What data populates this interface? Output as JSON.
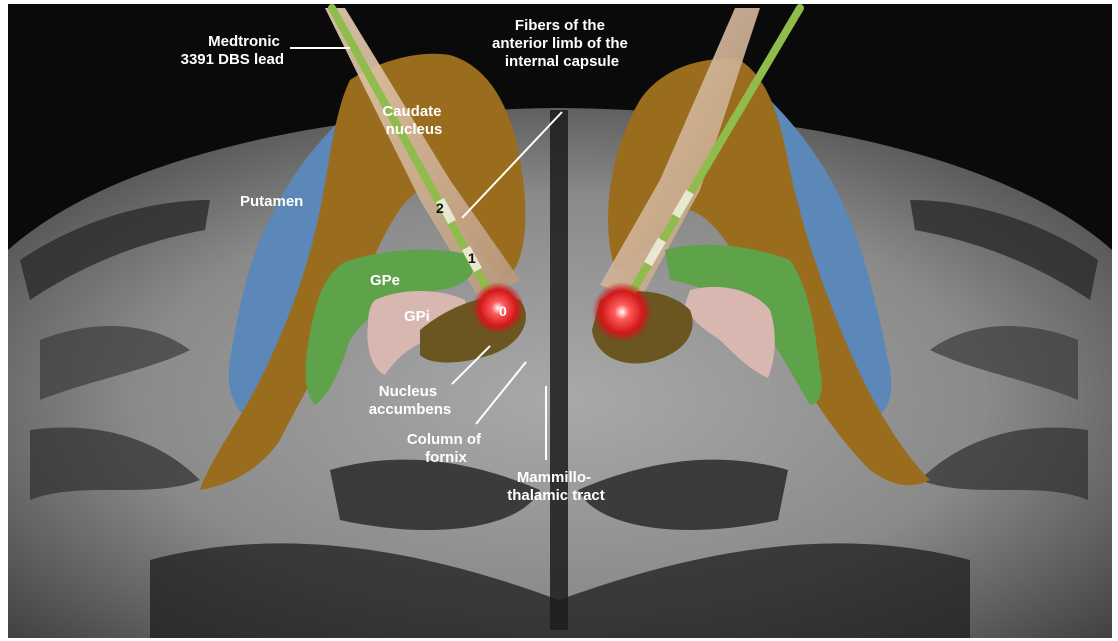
{
  "figure": {
    "colors": {
      "background": "#0a0a0a",
      "mri_gray": "#7b7b7b",
      "caudate": "#9a6c1e",
      "putamen": "#5b88b8",
      "gpe": "#5ea24a",
      "gpi": "#d8b7b0",
      "nucleus_accumbens": "#6b5520",
      "fibers": "#d6b89a",
      "lead": "#8fbc4a",
      "active_contact": "#ff2a2a",
      "label_text": "#ffffff"
    },
    "labels": {
      "lead": [
        "Medtronic",
        "3391 DBS lead"
      ],
      "fibers": [
        "Fibers of the",
        "anterior limb of the",
        "internal capsule"
      ],
      "caudate": [
        "Caudate",
        "nucleus"
      ],
      "putamen": "Putamen",
      "gpe": "GPe",
      "gpi": "GPi",
      "accumbens": [
        "Nucleus",
        "accumbens"
      ],
      "fornix": [
        "Column of",
        "fornix"
      ],
      "mammillo": [
        "Mammillo-",
        "thalamic tract"
      ]
    },
    "contacts": [
      "2",
      "1",
      "0"
    ]
  }
}
